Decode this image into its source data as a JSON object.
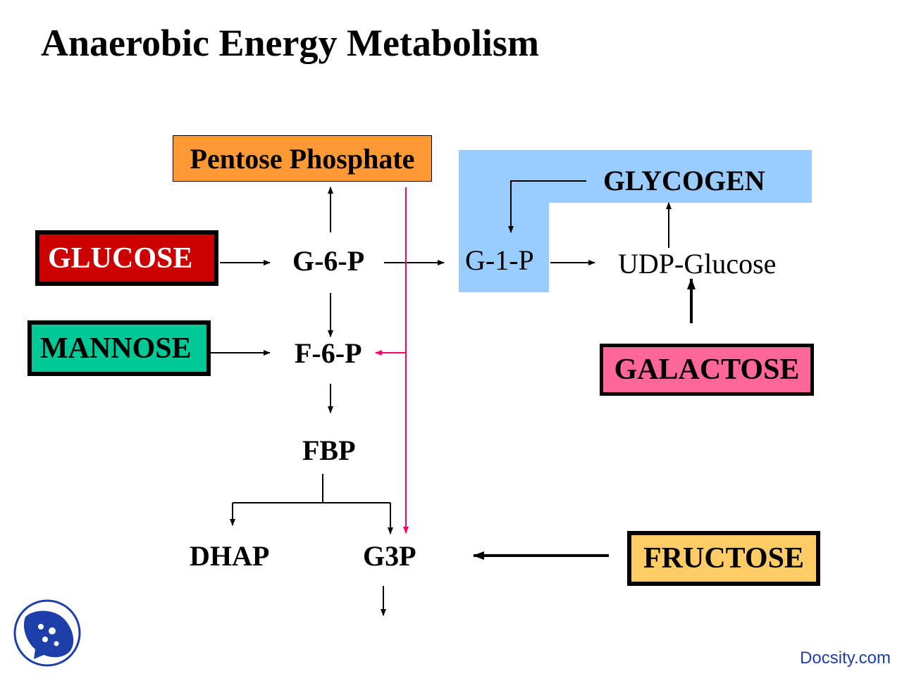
{
  "title": "Anaerobic Energy Metabolism",
  "colors": {
    "glucose": "#cc0000",
    "mannose": "#00c896",
    "galactose": "#ff6699",
    "fructose": "#ffcc66",
    "pentose": "#ff9933",
    "glycogen_area": "#99ccff",
    "pentose_arrow": "#ff0066"
  },
  "boxes": {
    "pentose": "Pentose Phosphate",
    "glucose": "GLUCOSE",
    "mannose": "MANNOSE",
    "galactose": "GALACTOSE",
    "fructose": "FRUCTOSE"
  },
  "nodes": {
    "g6p": "G-6-P",
    "f6p": "F-6-P",
    "fbp": "FBP",
    "dhap": "DHAP",
    "g3p": "G3P",
    "g1p": "G-1-P",
    "udp_glucose": "UDP-Glucose",
    "glycogen": "GLYCOGEN"
  },
  "footer": {
    "brand": "Docsity.com",
    "logo_icon": "docsity-logo-icon"
  }
}
